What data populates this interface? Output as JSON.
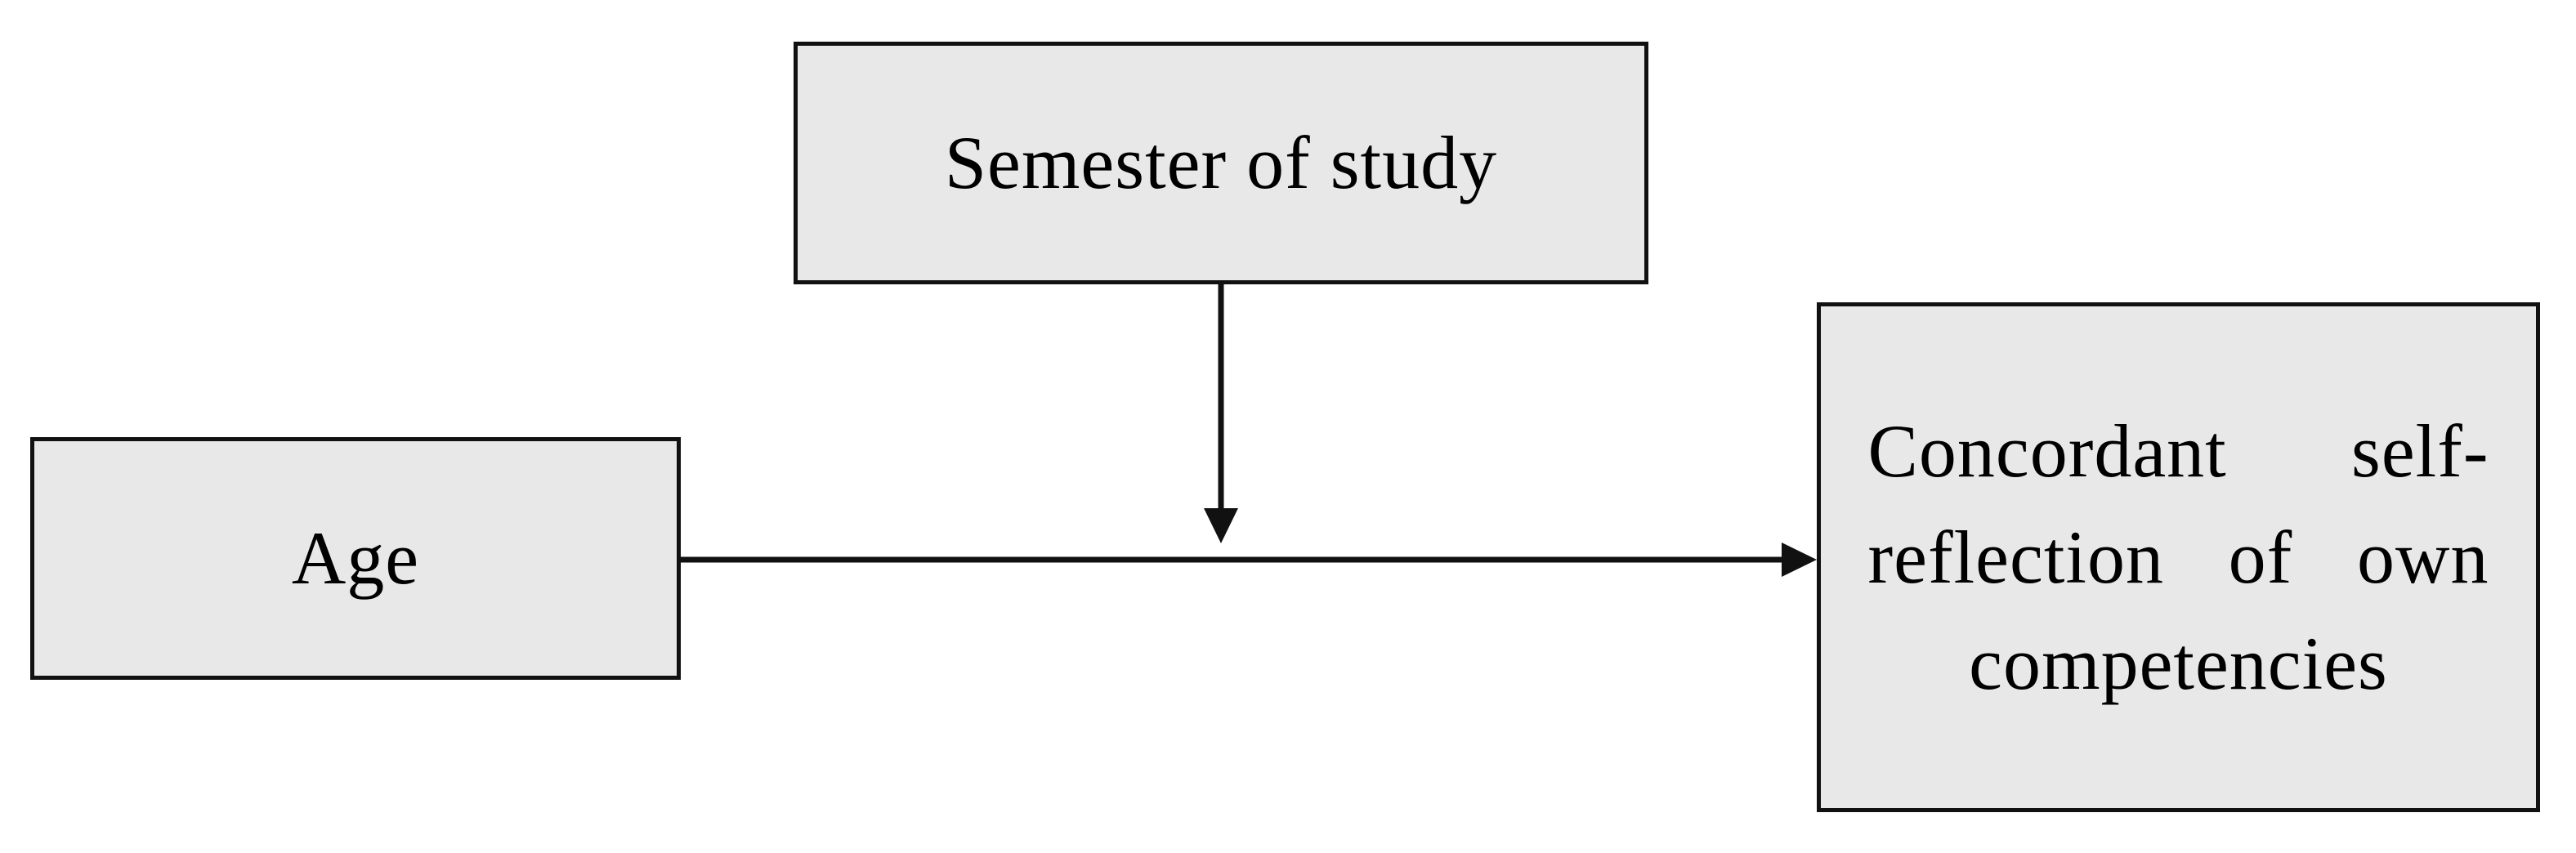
{
  "diagram": {
    "nodes": {
      "moderator": {
        "label": "Semester of study"
      },
      "predictor": {
        "label": "Age"
      },
      "outcome": {
        "label": "Concordant self-reflection of own competencies",
        "lines": [
          "Concordant self-",
          "reflection of own",
          "competencies"
        ]
      }
    },
    "edges": [
      {
        "from": "predictor",
        "to": "outcome",
        "kind": "direct-effect"
      },
      {
        "from": "moderator",
        "to": "predictor-outcome-path",
        "kind": "moderation"
      }
    ],
    "colors": {
      "box_fill": "#e8e8e8",
      "box_border": "#111111",
      "arrow": "#111111",
      "background": "#ffffff"
    }
  }
}
